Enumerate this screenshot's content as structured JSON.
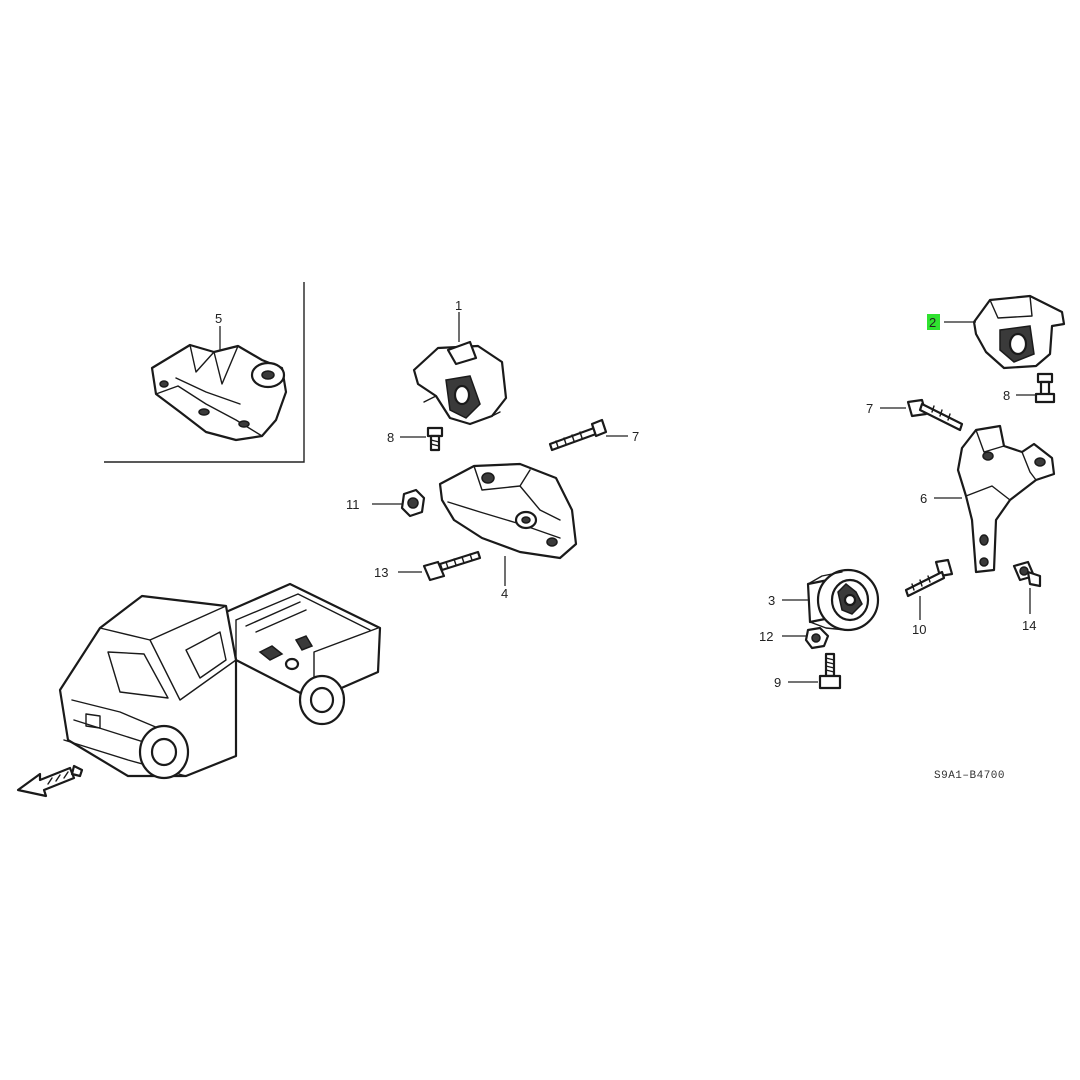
{
  "callouts": {
    "c1": "1",
    "c2": "2",
    "c3": "3",
    "c4": "4",
    "c5": "5",
    "c6": "6",
    "c7a": "7",
    "c7b": "7",
    "c8a": "8",
    "c8b": "8",
    "c9": "9",
    "c10": "10",
    "c11": "11",
    "c12": "12",
    "c13": "13",
    "c14": "14"
  },
  "diagram_code": "S9A1–B4700",
  "highlight_color": "#2fe22f",
  "icons": [
    "front-arrow-icon",
    "truck-icon"
  ]
}
